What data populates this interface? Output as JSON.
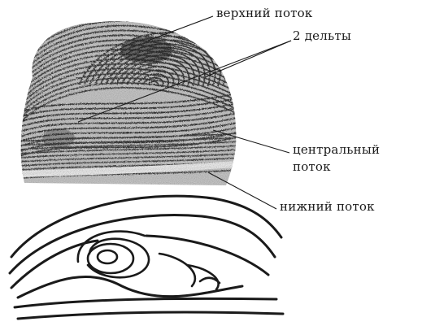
{
  "labels": {
    "upper_flow": "верхний поток",
    "deltas": "2 дельты",
    "central_flow_line1": "центральный",
    "central_flow_line2": "поток",
    "lower_flow": "нижний поток"
  },
  "colors": {
    "ink": "#1a1a1a",
    "print_dark": "#2b2b2b",
    "print_mid": "#6b6b6b",
    "print_light": "#a8a8a8",
    "background": "#ffffff"
  }
}
